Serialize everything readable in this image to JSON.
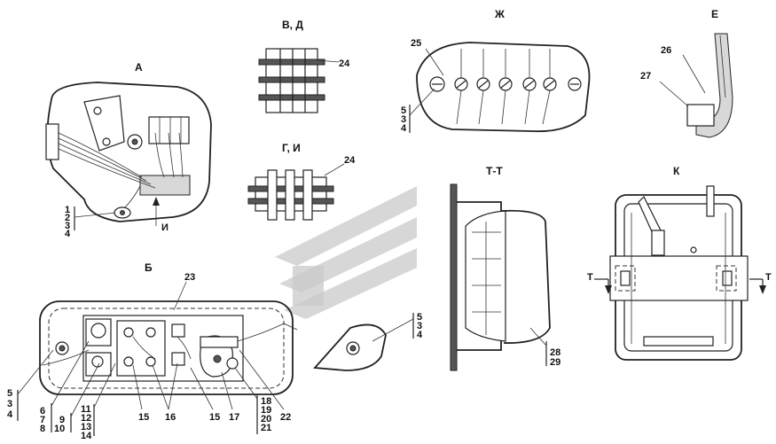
{
  "views": {
    "A": "А",
    "VD": "В, Д",
    "GI": "Г, И",
    "ZH": "Ж",
    "E": "Е",
    "B": "Б",
    "TT": "Т-Т",
    "K": "К"
  },
  "labels": {
    "a_stack": [
      "1",
      "2",
      "3",
      "4"
    ],
    "a_arrow": "И",
    "vd_24": "24",
    "gi_24": "24",
    "zh_25": "25",
    "zh_stack": [
      "5",
      "3",
      "4"
    ],
    "e_26": "26",
    "e_27": "27",
    "b_23": "23",
    "b_left_stack": [
      "5",
      "3",
      "4"
    ],
    "b_col1": [
      "6",
      "7",
      "8"
    ],
    "b_col2": [
      "9",
      "10"
    ],
    "b_col3": [
      "11",
      "12",
      "13",
      "14"
    ],
    "b_15a": "15",
    "b_16": "16",
    "b_15b": "15",
    "b_17": "17",
    "b_col4": [
      "18",
      "19",
      "20",
      "21"
    ],
    "b_22": "22",
    "small_stack": [
      "5",
      "3",
      "4"
    ],
    "tt_stack": [
      "28",
      "29"
    ],
    "k_t_left": "Т",
    "k_t_right": "Т"
  }
}
